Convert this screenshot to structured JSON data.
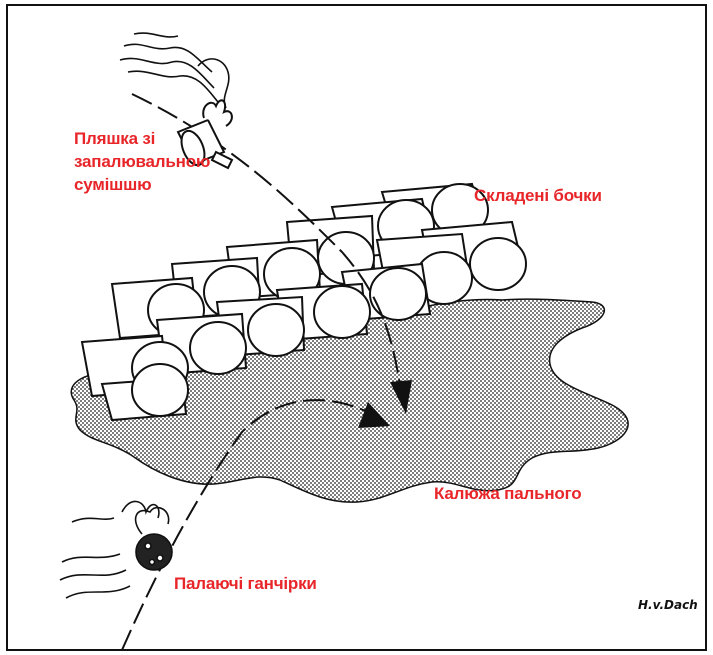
{
  "labels": {
    "bottle_line1": "Пляшка зі",
    "bottle_line2": "запалювальною",
    "bottle_line3": "сумішшю",
    "barrels": "Складені бочки",
    "puddle": "Калюжа пального",
    "rags": "Палаючі ганчірки"
  },
  "signature": "H.v.Dach",
  "colors": {
    "label": "#e8262a",
    "ink": "#111111"
  }
}
